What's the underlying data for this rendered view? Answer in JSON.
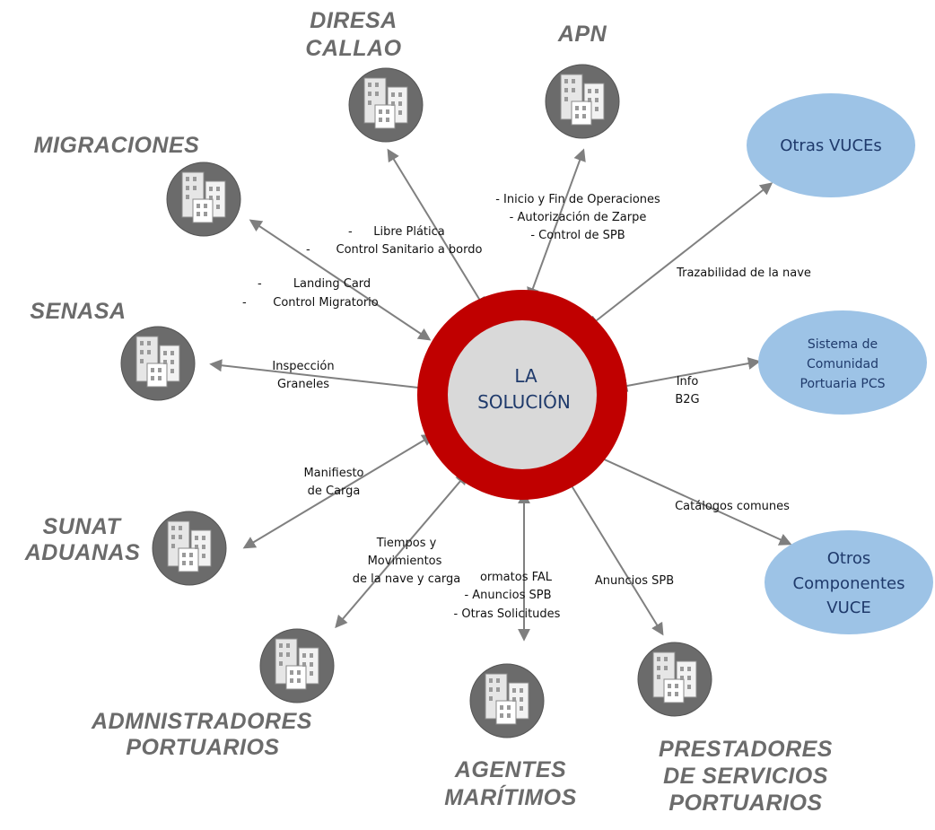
{
  "center": {
    "line1": "LA",
    "line2": "SOLUCIÓN"
  },
  "entities": {
    "diresa": {
      "line1": "DIRESA",
      "line2": "CALLAO"
    },
    "apn": {
      "line1": "APN"
    },
    "migraciones": {
      "line1": "MIGRACIONES"
    },
    "senasa": {
      "line1": "SENASA"
    },
    "sunat": {
      "line1": "SUNAT",
      "line2": "ADUANAS"
    },
    "administradores": {
      "line1": "ADMNISTRADORES",
      "line2": "PORTUARIOS"
    },
    "agentes": {
      "line1": "AGENTES",
      "line2": "MARÍTIMOS"
    },
    "prestadores": {
      "line1": "PRESTADORES",
      "line2": "DE SERVICIOS",
      "line3": "PORTUARIOS"
    }
  },
  "ovals": {
    "otras_vuces": {
      "line1": "Otras VUCEs"
    },
    "pcs": {
      "line1": "Sistema de",
      "line2": "Comunidad",
      "line3": "Portuaria PCS"
    },
    "componentes": {
      "line1": "Otros",
      "line2": "Componentes",
      "line3": "VUCE"
    }
  },
  "flows": {
    "diresa": {
      "line1": "Libre Plática",
      "line2": "Control Sanitario a bordo",
      "dash": "-"
    },
    "apn": {
      "line1": "- Inicio y Fin de Operaciones",
      "line2": "- Autorización de Zarpe",
      "line3": "- Control de SPB"
    },
    "migraciones": {
      "line1": "Landing Card",
      "line2": "Control Migratorio",
      "dash": "-"
    },
    "senasa": {
      "line1": "Inspección",
      "line2": "Graneles"
    },
    "sunat": {
      "line1": "Manifiesto",
      "line2": "de Carga"
    },
    "administradores": {
      "line1": "Tiempos y",
      "line2": "Movimientos",
      "line3": "de la nave y carga"
    },
    "agentes": {
      "line1": "ormatos FAL",
      "line2": "- Anuncios SPB",
      "line3": "- Otras Solicitudes"
    },
    "prestadores": {
      "line1": "Anuncios SPB"
    },
    "vuces": {
      "line1": "Trazabilidad de la nave"
    },
    "pcs": {
      "line1": "Info",
      "line2": "B2G"
    },
    "componentes": {
      "line1": "Catálogos comunes"
    }
  },
  "icon_name": "building-icon",
  "colors": {
    "ring": "#c00000",
    "core": "#d9d9d9",
    "oval": "#9dc3e6",
    "icon_disc": "#6b6b6b",
    "arrow": "#808080",
    "title": "#6b6b6b",
    "center_text": "#1f3a6b"
  }
}
